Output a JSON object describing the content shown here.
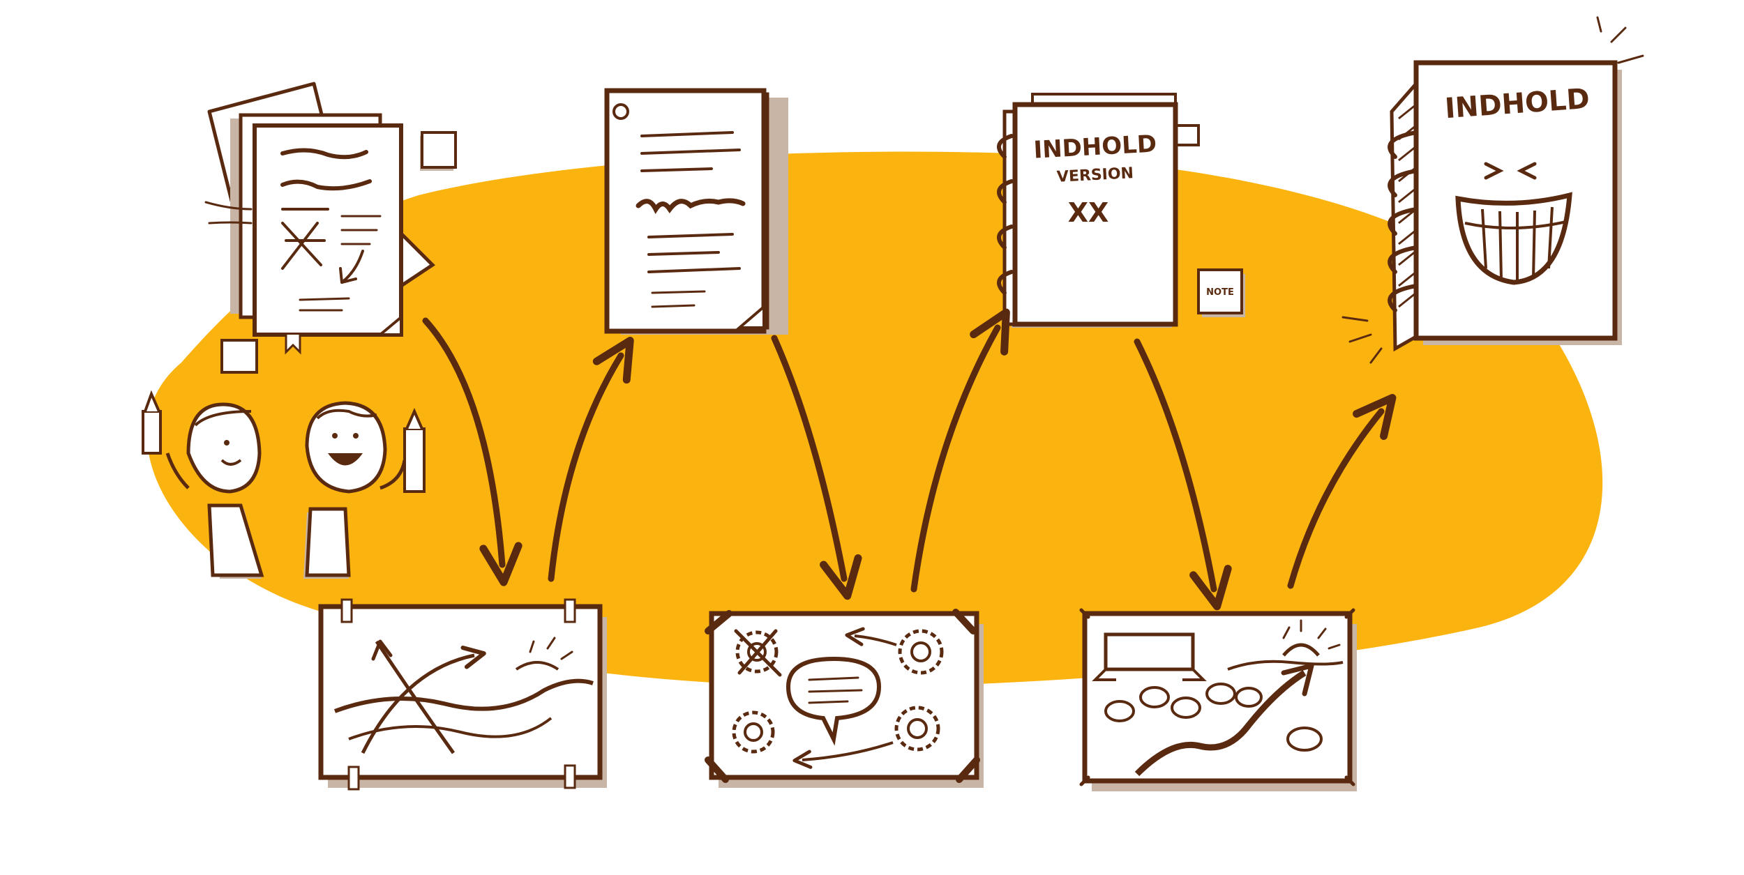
{
  "colors": {
    "ink": "#5a2a10",
    "blob": "#fbb40f",
    "paper": "#ffffff",
    "shadow": "#c9b5a6"
  },
  "stages": [
    {
      "kind": "team",
      "icon": "team-with-draft-documents"
    },
    {
      "kind": "board",
      "icon": "rough-vision-board"
    },
    {
      "kind": "document",
      "icon": "clean-document"
    },
    {
      "kind": "board",
      "icon": "ideas-and-gears-board"
    },
    {
      "kind": "notebook",
      "icon": "draft-notebook"
    },
    {
      "kind": "board",
      "icon": "goal-and-feedback-board"
    },
    {
      "kind": "notebook",
      "icon": "final-happy-notebook"
    }
  ],
  "labels": {
    "draft_title": "INDHOLD",
    "draft_version": "VERSION",
    "draft_number": "XX",
    "sticky_note": "NOTE",
    "final_title": "INDHOLD"
  }
}
